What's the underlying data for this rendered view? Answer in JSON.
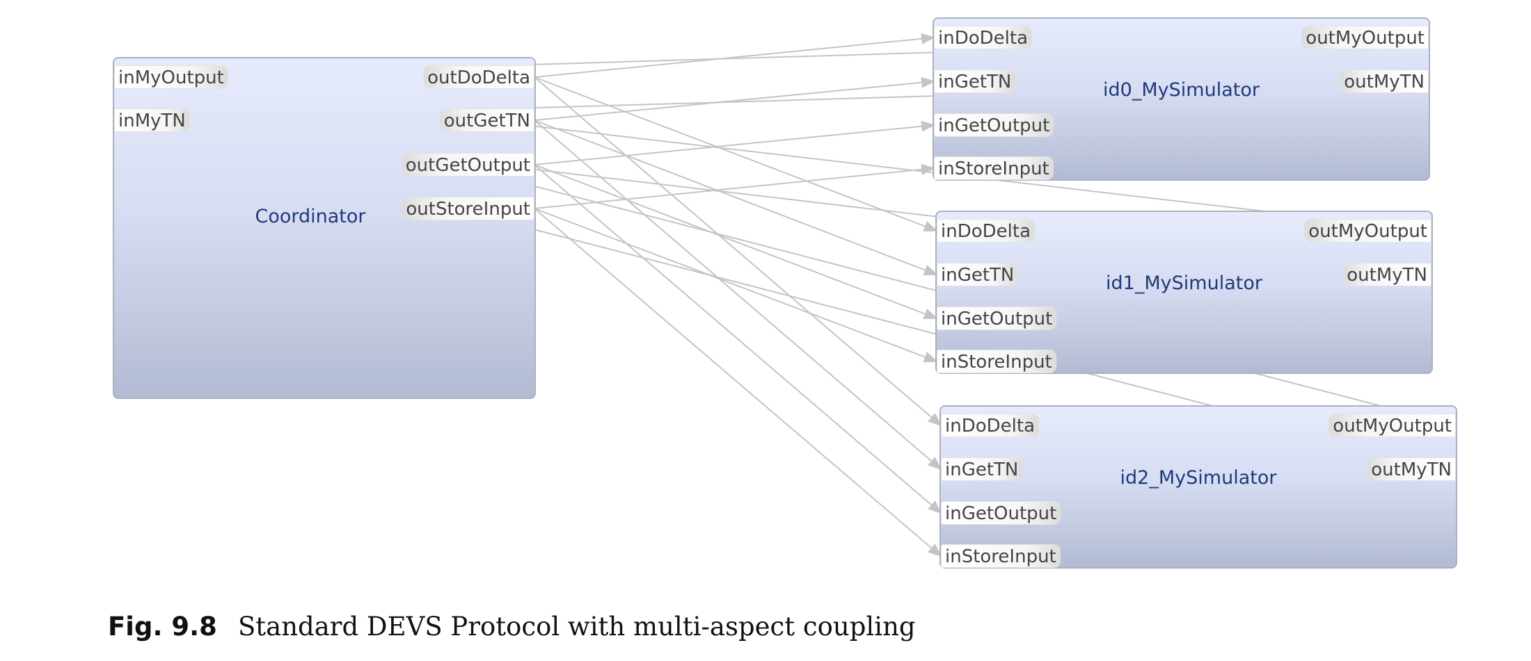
{
  "blocks": [
    {
      "id": "coordinator",
      "label": "Coordinator",
      "in_ports": [
        "inMyOutput",
        "inMyTN"
      ],
      "out_ports": [
        "outDoDelta",
        "outGetTN",
        "outGetOutput",
        "outStoreInput"
      ]
    },
    {
      "id": "sim0",
      "label": "id0_MySimulator",
      "in_ports": [
        "inDoDelta",
        "inGetTN",
        "inGetOutput",
        "inStoreInput"
      ],
      "out_ports": [
        "outMyOutput",
        "outMyTN"
      ]
    },
    {
      "id": "sim1",
      "label": "id1_MySimulator",
      "in_ports": [
        "inDoDelta",
        "inGetTN",
        "inGetOutput",
        "inStoreInput"
      ],
      "out_ports": [
        "outMyOutput",
        "outMyTN"
      ]
    },
    {
      "id": "sim2",
      "label": "id2_MySimulator",
      "in_ports": [
        "inDoDelta",
        "inGetTN",
        "inGetOutput",
        "inStoreInput"
      ],
      "out_ports": [
        "outMyOutput",
        "outMyTN"
      ]
    }
  ],
  "couplings": [
    {
      "from": "coordinator.outDoDelta",
      "to": "sim0.inDoDelta"
    },
    {
      "from": "coordinator.outDoDelta",
      "to": "sim1.inDoDelta"
    },
    {
      "from": "coordinator.outDoDelta",
      "to": "sim2.inDoDelta"
    },
    {
      "from": "coordinator.outGetTN",
      "to": "sim0.inGetTN"
    },
    {
      "from": "coordinator.outGetTN",
      "to": "sim1.inGetTN"
    },
    {
      "from": "coordinator.outGetTN",
      "to": "sim2.inGetTN"
    },
    {
      "from": "coordinator.outGetOutput",
      "to": "sim0.inGetOutput"
    },
    {
      "from": "coordinator.outGetOutput",
      "to": "sim1.inGetOutput"
    },
    {
      "from": "coordinator.outGetOutput",
      "to": "sim2.inGetOutput"
    },
    {
      "from": "coordinator.outStoreInput",
      "to": "sim0.inStoreInput"
    },
    {
      "from": "coordinator.outStoreInput",
      "to": "sim1.inStoreInput"
    },
    {
      "from": "coordinator.outStoreInput",
      "to": "sim2.inStoreInput"
    },
    {
      "from": "sim0.outMyOutput",
      "to": "coordinator.inMyOutput"
    },
    {
      "from": "sim1.outMyOutput",
      "to": "coordinator.inMyOutput"
    },
    {
      "from": "sim2.outMyOutput",
      "to": "coordinator.inMyOutput"
    },
    {
      "from": "sim0.outMyTN",
      "to": "coordinator.inMyTN"
    },
    {
      "from": "sim1.outMyTN",
      "to": "coordinator.inMyTN"
    },
    {
      "from": "sim2.outMyTN",
      "to": "coordinator.inMyTN"
    }
  ],
  "colors": {
    "wire": "#c4c4c4",
    "block_title": "#1e3a7a",
    "block_border": "#a9b1c4"
  },
  "caption": {
    "label": "Fig. 9.8",
    "text": "Standard DEVS Protocol with multi-aspect coupling"
  }
}
